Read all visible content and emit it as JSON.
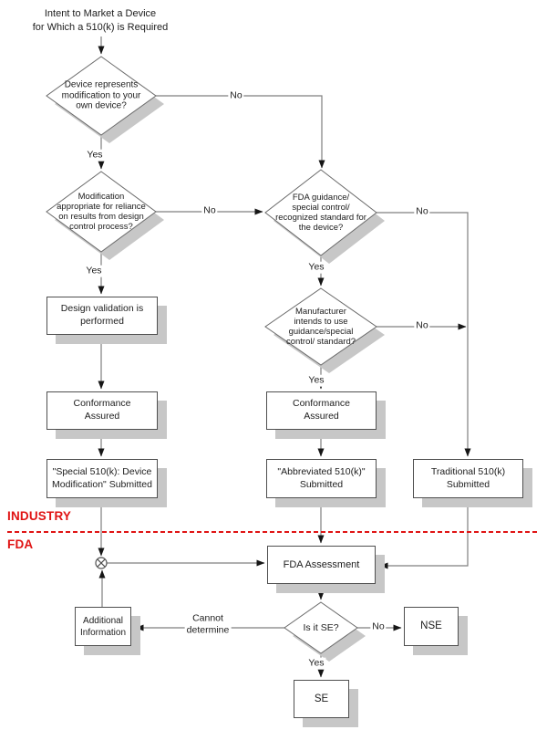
{
  "title": "Intent to Market a Device\nfor Which a 510(k) is Required",
  "zones": {
    "industry_label": "INDUSTRY",
    "fda_label": "FDA"
  },
  "decisions": {
    "device_modification": "Device represents\nmodification to your\nown device?",
    "reliance_design_control": "Modification\nappropriate for reliance\non results from design\ncontrol process?",
    "fda_guidance_standard": "FDA guidance/\nspecial control/\nrecognized standard for\nthe device?",
    "intends_to_use": "Manufacturer\nintends to use\nguidance/special\ncontrol/ standard?",
    "is_it_se": "Is it SE?"
  },
  "processes": {
    "design_validation": "Design validation is\nperformed",
    "conformance_assured_left": "Conformance\nAssured",
    "conformance_assured_mid": "Conformance\nAssured",
    "special_510k": "\"Special 510(k): Device\nModification\" Submitted",
    "abbreviated_510k": "\"Abbreviated 510(k)\"\nSubmitted",
    "traditional_510k": "Traditional 510(k)\nSubmitted",
    "fda_assessment": "FDA Assessment",
    "additional_information": "Additional\nInformation",
    "nse": "NSE",
    "se": "SE"
  },
  "edge_labels": {
    "modification_no": "No",
    "modification_yes": "Yes",
    "reliance_no": "No",
    "reliance_yes": "Yes",
    "guidance_no": "No",
    "guidance_yes": "Yes",
    "intends_no": "No",
    "intends_yes": "Yes",
    "se_no": "No",
    "se_yes": "Yes",
    "cannot_determine": "Cannot\ndetermine"
  },
  "colors": {
    "accent_red": "#e01313",
    "connector_gray": "#7f7f7f",
    "shadow_gray": "#c7c7c7",
    "border_gray": "#4f4f4f"
  }
}
